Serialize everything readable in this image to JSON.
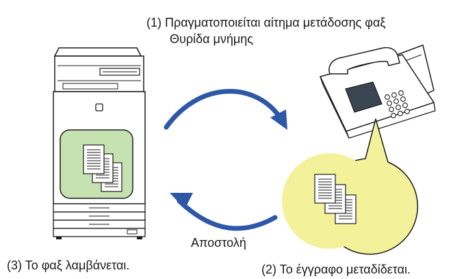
{
  "labels": {
    "step1_line1": "(1) Πραγματοποιείται αίτημα μετάδοσης φαξ",
    "step1_line2": "Θυρίδα μνήμης",
    "step2": "(2) Το έγγραφο μεταδίδεται.",
    "step3": "(3) Το φαξ λαμβάνεται.",
    "send": "Αποστολή"
  },
  "colors": {
    "arrow": "#2e58a6",
    "mailbox_fill": "#c7e2b1",
    "bubble_fill": "#f3f19a",
    "line": "#1a1a1a"
  }
}
